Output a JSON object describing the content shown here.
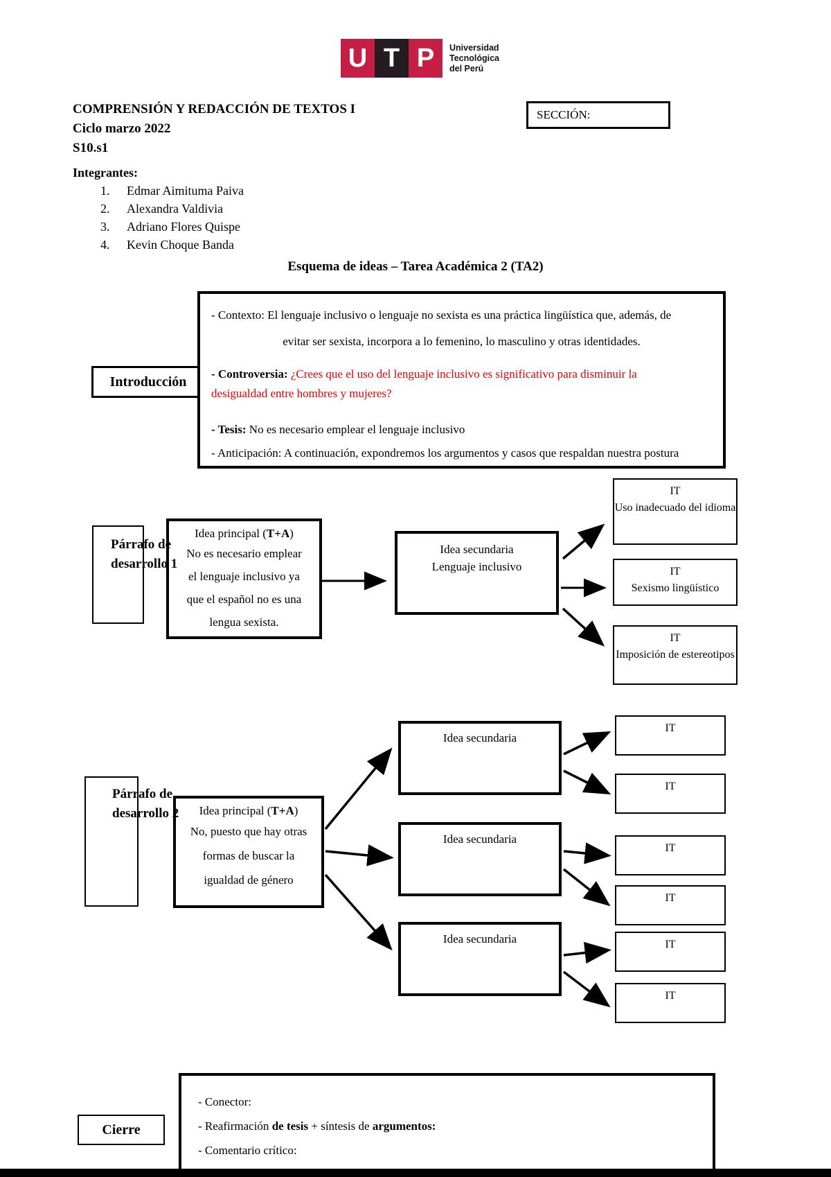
{
  "logo": {
    "letters": [
      "U",
      "T",
      "P"
    ],
    "org_line1": "Universidad",
    "org_line2": "Tecnológica",
    "org_line3": "del Perú"
  },
  "header": {
    "course": "COMPRENSIÓN Y REDACCIÓN DE TEXTOS I",
    "cycle": "Ciclo marzo 2022",
    "session": "S10.s1",
    "section_label": "SECCIÓN:"
  },
  "members": {
    "title": "Integrantes:",
    "items": [
      {
        "num": "1.",
        "name": "Edmar Aimituma Paiva"
      },
      {
        "num": "2.",
        "name": "Alexandra Valdivia"
      },
      {
        "num": "3.",
        "name": "Adriano Flores Quispe"
      },
      {
        "num": "4.",
        "name": "Kevin Choque Banda"
      }
    ]
  },
  "scheme": {
    "title": "Esquema de ideas – Tarea Académica 2 (TA2)",
    "intro": {
      "label": "Introducción",
      "contexto_label": "- Contexto:",
      "contexto_line1": "El lenguaje inclusivo o lenguaje no sexista es una práctica lingüística que, además, de",
      "contexto_line2": "evitar ser sexista, incorpora a lo femenino, lo masculino y otras identidades.",
      "controversia_label": "- Controversia:",
      "controversia_line1": "¿Crees que el uso del lenguaje inclusivo es significativo para disminuir la",
      "controversia_line2": "desigualdad entre hombres y mujeres?",
      "tesis_label": "- Tesis:",
      "tesis_text": "No es necesario emplear el lenguaje inclusivo",
      "anticipacion_label": "- Anticipación:",
      "anticipacion_text": "A continuación, expondremos los argumentos y casos que respaldan nuestra postura"
    },
    "paragraph1": {
      "label_line1": "Párrafo de",
      "label_line2": "desarrollo 1",
      "main_title_prefix": "Idea principal (",
      "main_title_bold": "T+A",
      "main_title_suffix": ")",
      "main_body_lines": [
        "No es necesario emplear",
        "el lenguaje inclusivo ya",
        "que el español no es una",
        "lengua sexista."
      ],
      "secondary_line1": "Idea secundaria",
      "secondary_line2": "Lenguaje inclusivo",
      "it_boxes": [
        {
          "title": "IT",
          "text": "Uso inadecuado del idioma"
        },
        {
          "title": "IT",
          "text": "Sexismo lingüístico"
        },
        {
          "title": "IT",
          "text": "Imposición de estereotipos"
        }
      ]
    },
    "paragraph2": {
      "label_line1": "Párrafo de",
      "label_line2": "desarrollo 2",
      "main_title_prefix": "Idea principal (",
      "main_title_bold": "T+A",
      "main_title_suffix": ")",
      "main_body_lines": [
        "No, puesto que hay otras",
        "formas de buscar la",
        "igualdad de género"
      ],
      "secondary_labels": [
        "Idea secundaria",
        "Idea secundaria",
        "Idea secundaria"
      ],
      "it_label": "IT"
    },
    "cierre": {
      "label": "Cierre",
      "conector_label": "- Conector:",
      "reafirmacion_prefix": "- Reafirmación ",
      "reafirmacion_bold1": "de tesis",
      "reafirmacion_mid": " + síntesis de ",
      "reafirmacion_bold2": "argumentos:",
      "comentario_label": "- Comentario crítico:"
    }
  },
  "colors": {
    "accent_red": "#e60000",
    "logo_red": "#c51f45",
    "logo_dark": "#261b20"
  }
}
